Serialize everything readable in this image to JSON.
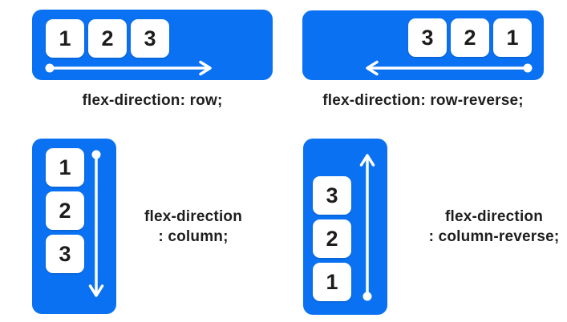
{
  "diagram_title": "flex-direction diagram",
  "colors": {
    "panel_blue": "#0a71f2",
    "box_background": "#ffffff",
    "box_text": "#1c1c1c",
    "label_text": "#1e1e1e",
    "arrow": "#ffffff",
    "background": "#ffffff"
  },
  "panels": [
    {
      "name": "row",
      "items": [
        "1",
        "2",
        "3"
      ],
      "label": "flex-direction: row;",
      "arrow_direction": "right"
    },
    {
      "name": "row-reverse",
      "items": [
        "3",
        "2",
        "1"
      ],
      "label": "flex-direction: row-reverse;",
      "arrow_direction": "left"
    },
    {
      "name": "column",
      "items": [
        "1",
        "2",
        "3"
      ],
      "label_line1": "flex-direction",
      "label_line2": ": column;",
      "arrow_direction": "down"
    },
    {
      "name": "column-reverse",
      "items": [
        "3",
        "2",
        "1"
      ],
      "label_line1": "flex-direction",
      "label_line2": ": column-reverse;",
      "arrow_direction": "up"
    }
  ]
}
